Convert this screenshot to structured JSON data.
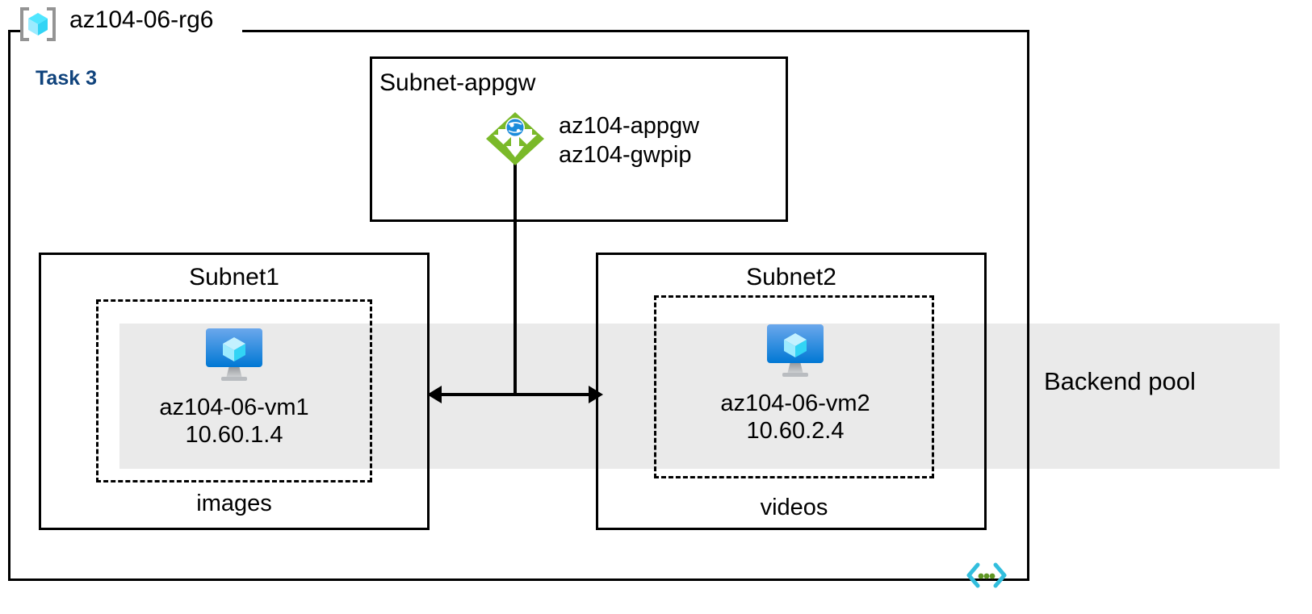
{
  "diagram": {
    "type": "azure-architecture",
    "resource_group": {
      "name": "az104-06-rg6",
      "icon": "resource-group-icon"
    },
    "task": {
      "label": "Task 3",
      "color": "#10437c"
    },
    "vnet": {
      "icon": "virtual-network-icon"
    },
    "backend_pool": {
      "label": "Backend pool",
      "band_color": "#eaeaea"
    },
    "subnets": [
      {
        "id": "appgw",
        "title": "Subnet-appgw",
        "resources": [
          {
            "icon": "application-gateway-icon",
            "name": "az104-appgw",
            "secondary": "az104-gwpip",
            "icon_color": "#7ab929"
          }
        ]
      },
      {
        "id": "subnet1",
        "title": "Subnet1",
        "caption": "images",
        "vm": {
          "icon": "virtual-machine-icon",
          "name": "az104-06-vm1",
          "ip": "10.60.1.4"
        }
      },
      {
        "id": "subnet2",
        "title": "Subnet2",
        "caption": "videos",
        "vm": {
          "icon": "virtual-machine-icon",
          "name": "az104-06-vm2",
          "ip": "10.60.2.4"
        }
      }
    ],
    "connectors": [
      {
        "id": "gateway-to-subnets",
        "style": "solid-line"
      },
      {
        "id": "subnet1-to-subnet2",
        "style": "double-arrow"
      }
    ]
  }
}
